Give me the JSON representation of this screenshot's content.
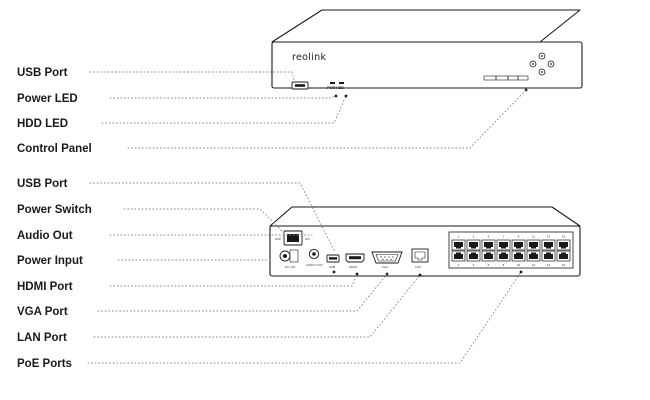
{
  "brand": "reolink",
  "front_labels": [
    {
      "id": "usb-port-front",
      "label": "USB Port"
    },
    {
      "id": "power-led",
      "label": "Power LED"
    },
    {
      "id": "hdd-led",
      "label": "HDD LED"
    },
    {
      "id": "control-panel",
      "label": "Control Panel"
    }
  ],
  "rear_labels": [
    {
      "id": "usb-port-rear",
      "label": "USB Port"
    },
    {
      "id": "power-switch",
      "label": "Power Switch"
    },
    {
      "id": "audio-out",
      "label": "Audio Out"
    },
    {
      "id": "power-input",
      "label": "Power Input"
    },
    {
      "id": "hdmi-port",
      "label": "HDMI Port"
    },
    {
      "id": "vga-port",
      "label": "VGA Port"
    },
    {
      "id": "lan-port",
      "label": "LAN Port"
    },
    {
      "id": "poe-ports",
      "label": "PoE Ports"
    }
  ],
  "front_panel_text": {
    "pwr": "PWR",
    "hdd": "HDD"
  },
  "rear_panel_text": {
    "off": "OFF",
    "on": "ON",
    "dc": "DC 12V",
    "audio": "AUDIO OUT",
    "usb": "USB",
    "hdmi": "HDMI",
    "vga": "VGA",
    "lan": "LAN",
    "poe_top_numbers": [
      "1",
      "3",
      "5",
      "7",
      "9",
      "11",
      "13",
      "15"
    ],
    "poe_bottom_numbers": [
      "2",
      "4",
      "6",
      "8",
      "10",
      "12",
      "14",
      "16"
    ]
  }
}
